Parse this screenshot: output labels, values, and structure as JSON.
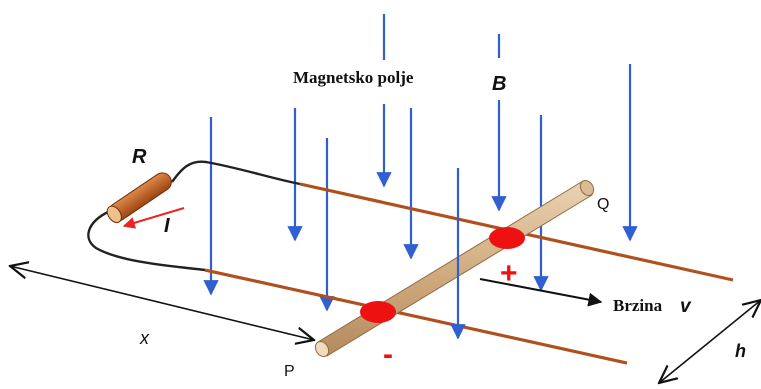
{
  "labels": {
    "field_text": "Magnetsko polje",
    "field_symbol": "B",
    "resistor": "R",
    "current": "I",
    "rod_end_right": "Q",
    "rod_end_left": "P",
    "plus_sign": "+",
    "minus_sign": "-",
    "velocity_text": "Brzina",
    "velocity_symbol": "v",
    "distance_x": "x",
    "distance_h": "h"
  },
  "colors": {
    "field_arrow": "#2f5fd0",
    "rail": "#b0501e",
    "rod": "#d6b48c",
    "charge_dot": "#ee1111",
    "current_arrow": "#ee2222",
    "resistor": "#c0622a",
    "wire": "#222222"
  }
}
